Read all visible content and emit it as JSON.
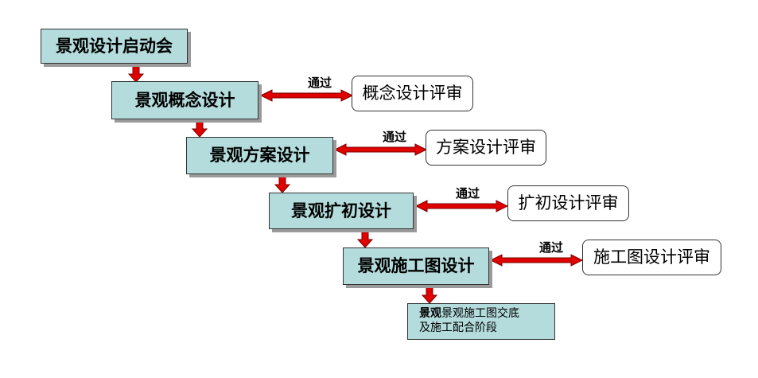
{
  "steps": [
    "景观设计启动会",
    "景观概念设计",
    "景观方案设计",
    "景观扩初设计",
    "景观施工图设计"
  ],
  "reviews": [
    "概念设计评审",
    "方案设计评审",
    "扩初设计评审",
    "施工图设计评审"
  ],
  "pass_label": "通过",
  "final": {
    "bold": "景观",
    "line1_rest": "景观施工图交底",
    "line2": "及施工配合阶段"
  },
  "colors": {
    "box_fill": "#b4dcdc",
    "arrow": "#e00000",
    "arrow_outline": "#7a0000"
  }
}
